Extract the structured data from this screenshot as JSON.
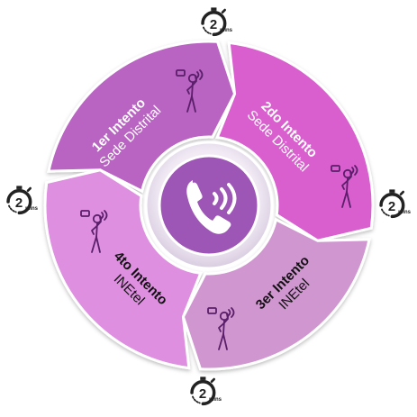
{
  "segments": [
    {
      "title": "1er Intento",
      "subtitle": "Sede Distrital",
      "fill": "#b964c2",
      "text_color": "#ffffff"
    },
    {
      "title": "2do Intento",
      "subtitle": "Sede Distrital",
      "fill": "#d95fcf",
      "text_color": "#ffffff"
    },
    {
      "title": "3er Intento",
      "subtitle": "INEtel",
      "fill": "#cf96cf",
      "text_color": "#111111"
    },
    {
      "title": "4to Intento",
      "subtitle": "INEtel",
      "fill": "#de8fe0",
      "text_color": "#111111"
    }
  ],
  "timers": [
    {
      "value": "2",
      "unit": "mins"
    },
    {
      "value": "2",
      "unit": "mins"
    },
    {
      "value": "2",
      "unit": "mins"
    },
    {
      "value": "2",
      "unit": "mins"
    }
  ],
  "center": {
    "icon": "phone-ringing-icon",
    "color": "#9d56b5"
  },
  "person_icon": "person-on-phone-icon",
  "colors": {
    "ring_border": "#ffffff",
    "icon_stroke": "#5a1f6a"
  }
}
